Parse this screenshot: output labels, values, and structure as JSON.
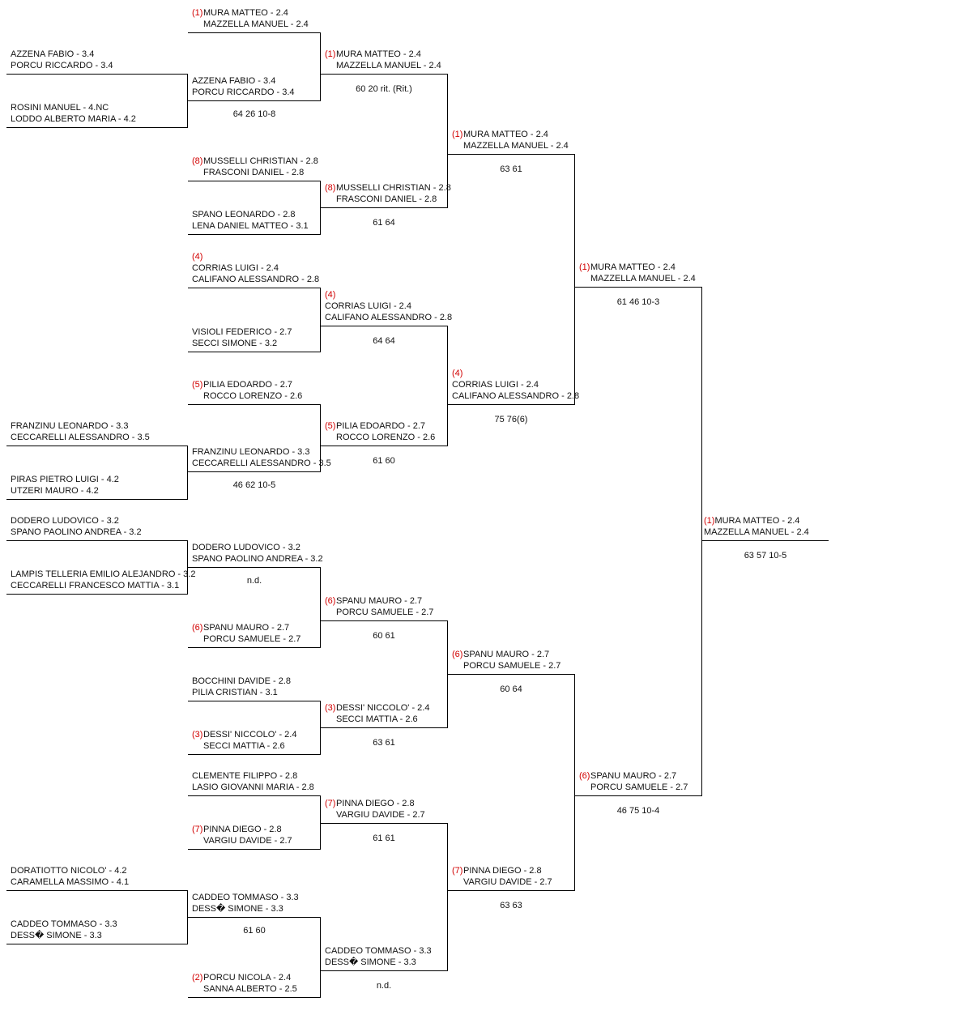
{
  "bracket": {
    "r1": [
      {
        "seed": "",
        "p1": "AZZENA FABIO - 3.4",
        "p2": "PORCU RICCARDO - 3.4"
      },
      {
        "seed": "",
        "p1": "ROSINI MANUEL - 4.NC",
        "p2": "LODDO ALBERTO MARIA - 4.2"
      },
      {
        "seed": "",
        "p1": "FRANZINU LEONARDO - 3.3",
        "p2": "CECCARELLI ALESSANDRO - 3.5"
      },
      {
        "seed": "",
        "p1": "PIRAS PIETRO LUIGI - 4.2",
        "p2": "UTZERI MAURO - 4.2"
      },
      {
        "seed": "",
        "p1": "DODERO LUDOVICO - 3.2",
        "p2": "SPANO PAOLINO ANDREA - 3.2"
      },
      {
        "seed": "",
        "p1": "LAMPIS TELLERIA EMILIO ALEJANDRO - 3.2",
        "p2": "CECCARELLI FRANCESCO MATTIA - 3.1"
      },
      {
        "seed": "",
        "p1": "DORATIOTTO NICOLO' - 4.2",
        "p2": "CARAMELLA MASSIMO - 4.1"
      },
      {
        "seed": "",
        "p1": "CADDEO TOMMASO - 3.3",
        "p2": "DESS� SIMONE - 3.3"
      }
    ],
    "r2": [
      {
        "seed": "(1)",
        "p1": "MURA MATTEO - 2.4",
        "p2": "MAZZELLA MANUEL - 2.4"
      },
      {
        "seed": "",
        "p1": "AZZENA FABIO - 3.4",
        "p2": "PORCU RICCARDO - 3.4"
      },
      {
        "seed": "(8)",
        "p1": "MUSSELLI CHRISTIAN - 2.8",
        "p2": "FRASCONI DANIEL - 2.8"
      },
      {
        "seed": "",
        "p1": "SPANO LEONARDO - 2.8",
        "p2": "LENA DANIEL MATTEO - 3.1"
      },
      {
        "seed": "(4)",
        "p1": "CORRIAS LUIGI - 2.4",
        "p2": "CALIFANO ALESSANDRO - 2.8"
      },
      {
        "seed": "",
        "p1": "VISIOLI FEDERICO - 2.7",
        "p2": "SECCI SIMONE - 3.2"
      },
      {
        "seed": "(5)",
        "p1": "PILIA EDOARDO - 2.7",
        "p2": "ROCCO LORENZO - 2.6"
      },
      {
        "seed": "",
        "p1": "FRANZINU LEONARDO - 3.3",
        "p2": "CECCARELLI ALESSANDRO - 3.5"
      },
      {
        "seed": "",
        "p1": "DODERO LUDOVICO - 3.2",
        "p2": "SPANO PAOLINO ANDREA - 3.2"
      },
      {
        "seed": "(6)",
        "p1": "SPANU MAURO - 2.7",
        "p2": "PORCU SAMUELE - 2.7"
      },
      {
        "seed": "",
        "p1": "BOCCHINI DAVIDE - 2.8",
        "p2": "PILIA CRISTIAN - 3.1"
      },
      {
        "seed": "(3)",
        "p1": "DESSI' NICCOLO' - 2.4",
        "p2": "SECCI MATTIA - 2.6"
      },
      {
        "seed": "",
        "p1": "CLEMENTE FILIPPO - 2.8",
        "p2": "LASIO GIOVANNI MARIA - 2.8"
      },
      {
        "seed": "(7)",
        "p1": "PINNA DIEGO - 2.8",
        "p2": "VARGIU DAVIDE - 2.7"
      },
      {
        "seed": "",
        "p1": "CADDEO TOMMASO - 3.3",
        "p2": "DESS� SIMONE - 3.3"
      },
      {
        "seed": "(2)",
        "p1": "PORCU NICOLA - 2.4",
        "p2": "SANNA ALBERTO - 2.5"
      }
    ],
    "r2_scores": [
      "64 26 10-8",
      "46 62 10-5",
      "n.d.",
      "61 60"
    ],
    "r3": [
      {
        "seed": "(1)",
        "p1": "MURA MATTEO - 2.4",
        "p2": "MAZZELLA MANUEL - 2.4"
      },
      {
        "seed": "(8)",
        "p1": "MUSSELLI CHRISTIAN - 2.8",
        "p2": "FRASCONI DANIEL - 2.8"
      },
      {
        "seed": "(4)",
        "p1": "CORRIAS LUIGI - 2.4",
        "p2": "CALIFANO ALESSANDRO - 2.8"
      },
      {
        "seed": "(5)",
        "p1": "PILIA EDOARDO - 2.7",
        "p2": "ROCCO LORENZO - 2.6"
      },
      {
        "seed": "(6)",
        "p1": "SPANU MAURO - 2.7",
        "p2": "PORCU SAMUELE - 2.7"
      },
      {
        "seed": "(3)",
        "p1": "DESSI' NICCOLO' - 2.4",
        "p2": "SECCI MATTIA - 2.6"
      },
      {
        "seed": "(7)",
        "p1": "PINNA DIEGO - 2.8",
        "p2": "VARGIU DAVIDE - 2.7"
      },
      {
        "seed": "",
        "p1": "CADDEO TOMMASO - 3.3",
        "p2": "DESS� SIMONE - 3.3"
      }
    ],
    "r3_scores": [
      "60 20 rit. (Rit.)",
      "61 64",
      "64 64",
      "61 60",
      "60 61",
      "63 61",
      "61 61",
      "n.d."
    ],
    "r4": [
      {
        "seed": "(1)",
        "p1": "MURA MATTEO - 2.4",
        "p2": "MAZZELLA MANUEL - 2.4"
      },
      {
        "seed": "(4)",
        "p1": "CORRIAS LUIGI - 2.4",
        "p2": "CALIFANO ALESSANDRO - 2.8"
      },
      {
        "seed": "(6)",
        "p1": "SPANU MAURO - 2.7",
        "p2": "PORCU SAMUELE - 2.7"
      },
      {
        "seed": "(7)",
        "p1": "PINNA DIEGO - 2.8",
        "p2": "VARGIU DAVIDE - 2.7"
      }
    ],
    "r4_scores": [
      "63 61",
      "75 76(6)",
      "60 64",
      "63 63"
    ],
    "r5": [
      {
        "seed": "(1)",
        "p1": "MURA MATTEO - 2.4",
        "p2": "MAZZELLA MANUEL - 2.4"
      },
      {
        "seed": "(6)",
        "p1": "SPANU MAURO - 2.7",
        "p2": "PORCU SAMUELE - 2.7"
      }
    ],
    "r5_scores": [
      "61 46 10-3",
      "46 75 10-4"
    ],
    "r6": [
      {
        "seed": "(1)",
        "p1": "MURA MATTEO - 2.4",
        "p2": "MAZZELLA MANUEL - 2.4"
      }
    ],
    "r6_scores": [
      "63 57 10-5"
    ]
  }
}
